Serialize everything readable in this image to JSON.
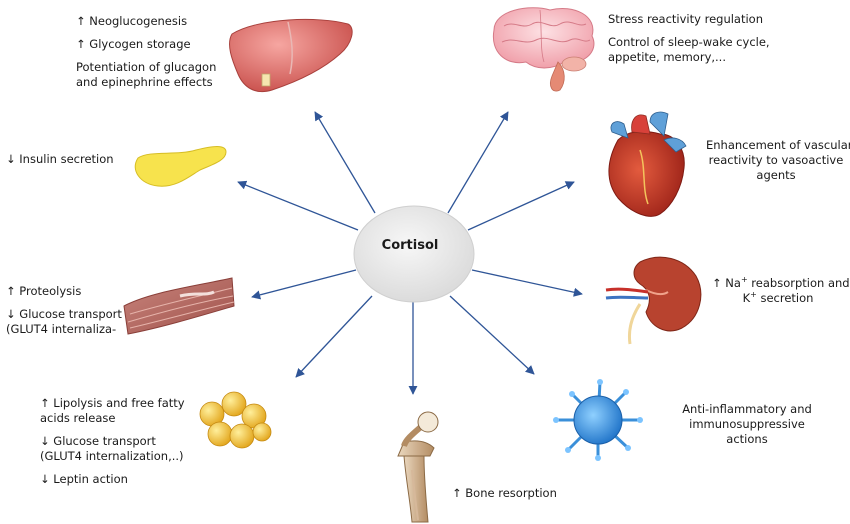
{
  "hub": {
    "label": "Cortisol"
  },
  "liver": {
    "lines": [
      "↑ Neoglucogenesis",
      "↑ Glycogen storage",
      "Potentiation of glucagon",
      "and epinephrine effects"
    ]
  },
  "brain": {
    "lines": [
      "Stress reactivity regulation",
      "Control of sleep-wake cycle,",
      "appetite, memory,..."
    ]
  },
  "pancreas": {
    "lines": [
      "↓ Insulin secretion"
    ]
  },
  "heart": {
    "lines": [
      "Enhancement of vascular",
      "reactivity to vasoactive",
      "agents"
    ]
  },
  "muscle": {
    "lines": [
      "↑ Proteolysis",
      "↓ Glucose transport",
      "(GLUT4 internaliza-"
    ]
  },
  "kidney": {
    "line1_pre": "↑ Na",
    "line1_sup": "+",
    "line1_post": " reabsorption and",
    "line2_pre": "K",
    "line2_sup": "+",
    "line2_post": " secretion"
  },
  "adipose": {
    "lines": [
      "↑ Lipolysis and free fatty",
      "acids release",
      "↓ Glucose transport",
      "(GLUT4 internalization,..)",
      "↓ Leptin action"
    ]
  },
  "immune": {
    "lines": [
      "Anti-inflammatory and",
      "immunosuppressive",
      "actions"
    ]
  },
  "bone": {
    "lines": [
      "↑ Bone resorption"
    ]
  },
  "colors": {
    "arrow": "#2f5597",
    "hub": "#e6e6e6"
  },
  "icons": [
    "liver-icon",
    "brain-icon",
    "pancreas-icon",
    "heart-icon",
    "muscle-icon",
    "kidney-icon",
    "fat-cells-icon",
    "immune-cell-icon",
    "femur-icon"
  ]
}
